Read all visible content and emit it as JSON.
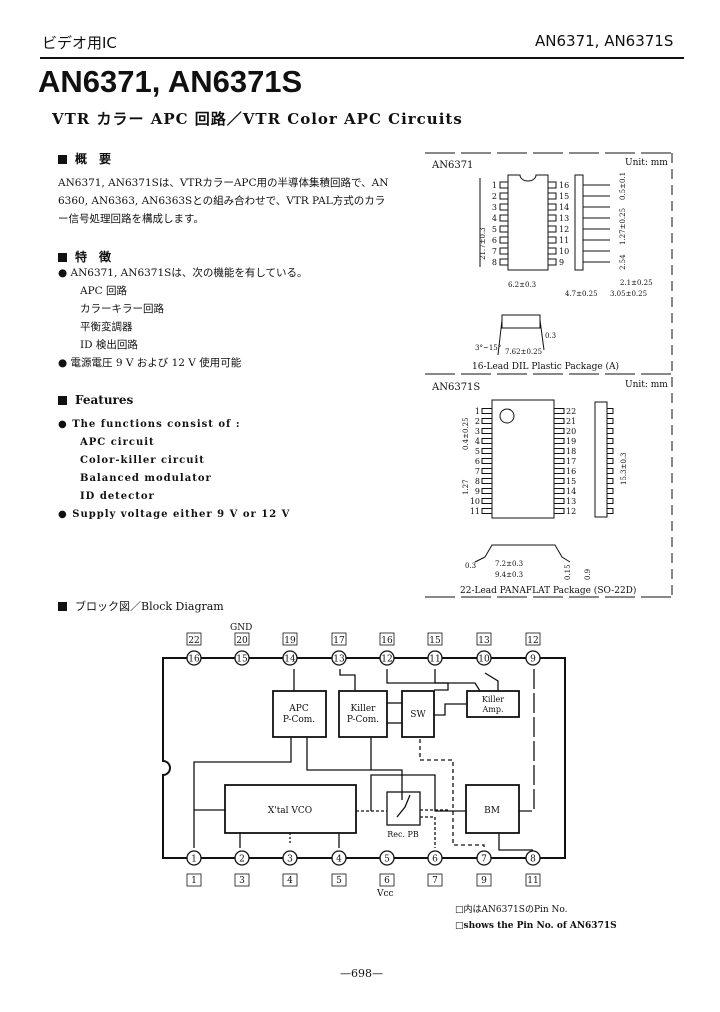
{
  "header": {
    "category": "ビデオ用IC",
    "part_numbers": "AN6371, AN6371S"
  },
  "title": "AN6371, AN6371S",
  "subtitle": "VTR カラー APC 回路／VTR Color APC Circuits",
  "overview": {
    "heading": "概　要",
    "lines": [
      "AN6371, AN6371Sは、VTRカラーAPC用の半導体集積回路で、AN",
      "6360, AN6363, AN6363Sとの組み合わせで、VTR PAL方式のカラ",
      "ー信号処理回路を構成します。"
    ]
  },
  "features_jp": {
    "heading": "特　徴",
    "bullet1": "AN6371, AN6371Sは、次の機能を有している。",
    "items": [
      "APC 回路",
      "カラーキラー回路",
      "平衡変調器",
      "ID 検出回路"
    ],
    "bullet2": "電源電圧 9 V および 12 V 使用可能"
  },
  "features_en": {
    "heading": "Features",
    "bullet1": "The functions consist of :",
    "items": [
      "APC circuit",
      "Color-killer circuit",
      "Balanced modulator",
      "ID detector"
    ],
    "bullet2": "Supply voltage either  9 V  or  12 V"
  },
  "package_a": {
    "model": "AN6371",
    "unit": "Unit: mm",
    "left_pins": [
      "1",
      "2",
      "3",
      "4",
      "5",
      "6",
      "7",
      "8"
    ],
    "right_pins": [
      "16",
      "15",
      "14",
      "13",
      "12",
      "11",
      "10",
      "9"
    ],
    "dims": [
      "21.7±0.3",
      "6.2±0.3",
      "4.7±0.25",
      "3.05±0.25",
      "2.1±0.25",
      "1.27±0.25",
      "0.5±0.1",
      "2.54",
      "7.62±0.25",
      "3°~15°",
      "0.3"
    ],
    "caption": "16-Lead DIL Plastic Package (A)"
  },
  "package_s": {
    "model": "AN6371S",
    "unit": "Unit: mm",
    "left_pins": [
      "1",
      "2",
      "3",
      "4",
      "5",
      "6",
      "7",
      "8",
      "9",
      "10",
      "11"
    ],
    "right_pins": [
      "22",
      "21",
      "20",
      "19",
      "18",
      "17",
      "16",
      "15",
      "14",
      "13",
      "12"
    ],
    "dims": [
      "15.3±0.3",
      "7.2±0.3",
      "9.4±0.3",
      "0.3",
      "0.15",
      "0.9",
      "1.27",
      "0.4±0.25"
    ],
    "caption": "22-Lead PANAFLAT Package (SO-22D)"
  },
  "block_diagram": {
    "heading": "ブロック図／Block Diagram",
    "gnd_label": "GND",
    "vcc_label": "Vcc",
    "top_pins": [
      "16",
      "15",
      "14",
      "13",
      "12",
      "11",
      "10",
      "9"
    ],
    "top_pins_s": [
      "22",
      "20",
      "19",
      "17",
      "16",
      "15",
      "13",
      "12"
    ],
    "bottom_pins": [
      "1",
      "2",
      "3",
      "4",
      "5",
      "6",
      "7",
      "8"
    ],
    "bottom_pins_s": [
      "1",
      "3",
      "4",
      "5",
      "6",
      "7",
      "9",
      "11"
    ],
    "blocks": {
      "apc1": "APC",
      "apc2": "P-Com.",
      "killer1": "Killer",
      "killer2": "P-Com.",
      "sw": "SW",
      "amp1": "Killer",
      "amp2": "Amp.",
      "vco": "X'tal  VCO",
      "recpb": "Rec. PB",
      "bm": "BM"
    },
    "note1": "□内はAN6371SのPin No.",
    "note2": "□shows the Pin No. of AN6371S"
  },
  "page_number": "—698—"
}
